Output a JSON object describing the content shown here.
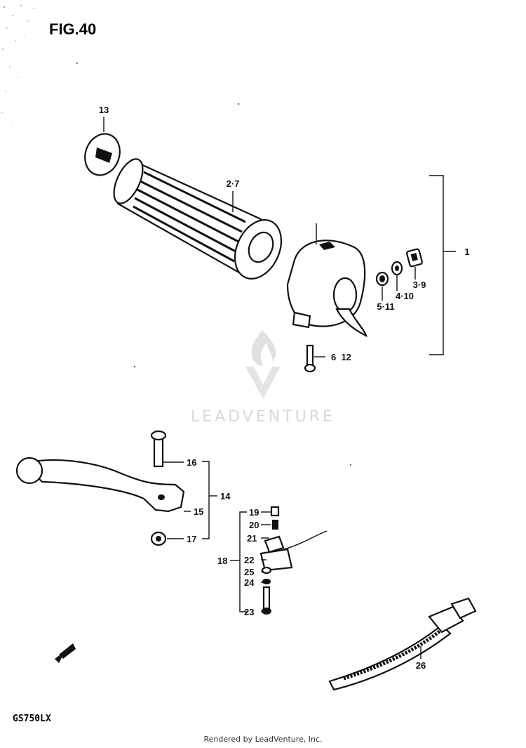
{
  "figure": {
    "title": "FIG.40",
    "model": "GS750LX",
    "watermark": "LEADVENTURE",
    "footer": "Rendered by LeadVenture, Inc."
  },
  "callouts": [
    {
      "id": "c-13",
      "label": "13"
    },
    {
      "id": "c-2-7",
      "label": "2·7"
    },
    {
      "id": "c-1",
      "label": "1"
    },
    {
      "id": "c-3-9",
      "label": "3·9"
    },
    {
      "id": "c-4-10",
      "label": "4·10"
    },
    {
      "id": "c-5-11",
      "label": "5·11"
    },
    {
      "id": "c-6-12",
      "label": "6  12"
    },
    {
      "id": "c-16",
      "label": "16"
    },
    {
      "id": "c-14",
      "label": "14"
    },
    {
      "id": "c-15",
      "label": "15"
    },
    {
      "id": "c-17",
      "label": "17"
    },
    {
      "id": "c-19",
      "label": "19"
    },
    {
      "id": "c-20",
      "label": "20"
    },
    {
      "id": "c-21",
      "label": "21"
    },
    {
      "id": "c-18",
      "label": "18"
    },
    {
      "id": "c-22",
      "label": "22"
    },
    {
      "id": "c-25",
      "label": "25"
    },
    {
      "id": "c-24",
      "label": "24"
    },
    {
      "id": "c-23",
      "label": "23"
    },
    {
      "id": "c-26",
      "label": "26"
    }
  ]
}
